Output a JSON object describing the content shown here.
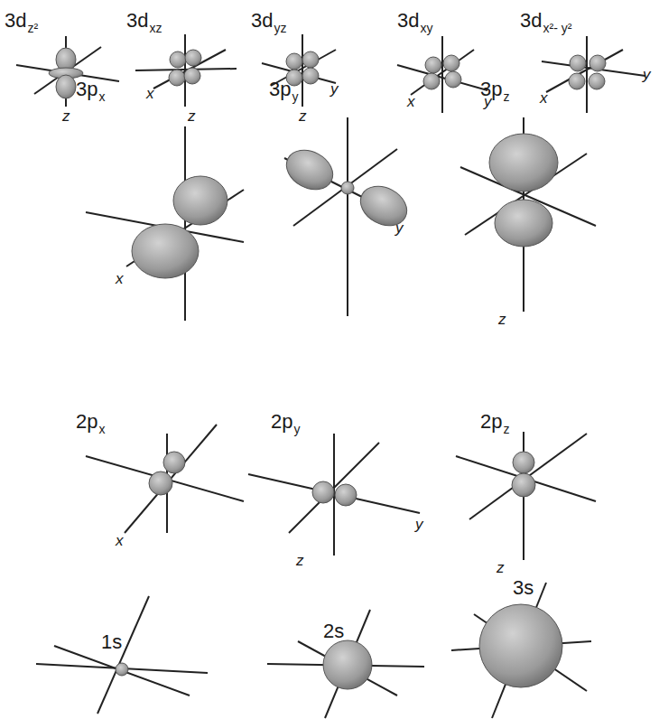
{
  "diagram": {
    "labels": [
      "3d",
      "z²",
      "z",
      "3d",
      "xz",
      "x",
      "z",
      "3d",
      "yz",
      "y",
      "z",
      "3d",
      "xy",
      "x",
      "y",
      "3d",
      "x²- y²",
      "x",
      "y",
      "3p",
      "x",
      "x",
      "3p",
      "y",
      "y",
      "3p",
      "z",
      "z",
      "2p",
      "x",
      "x",
      "2p",
      "y",
      "y",
      "z",
      "2p",
      "z",
      "z",
      "1s",
      "2s",
      "3s"
    ]
  }
}
